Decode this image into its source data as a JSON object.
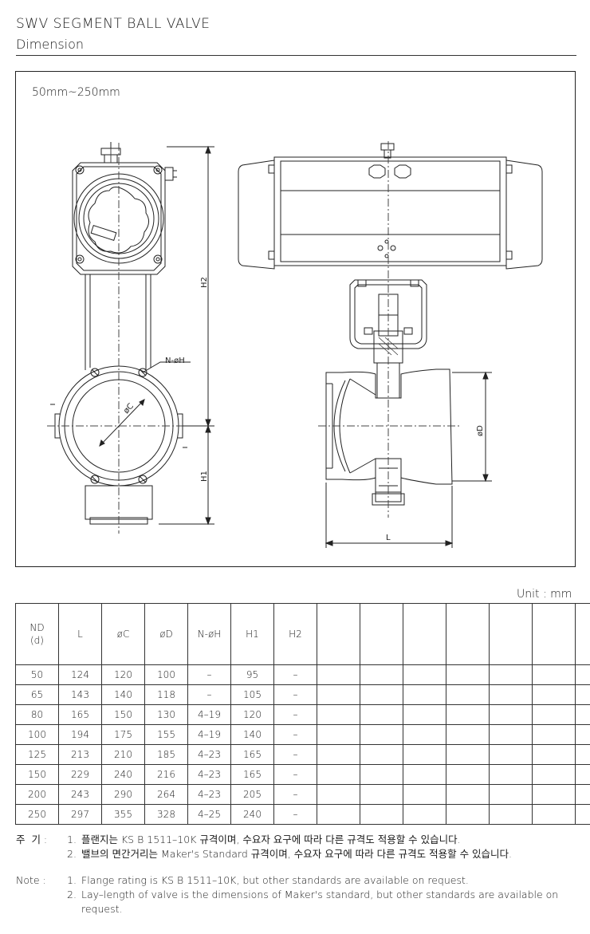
{
  "header": {
    "title": "SWV SEGMENT BALL VALVE",
    "subtitle": "Dimension"
  },
  "drawing": {
    "range_label": "50mm~250mm",
    "labels": {
      "h2": "H2",
      "h1": "H1",
      "nh": "N-øH",
      "c": "øC",
      "d": "øD",
      "l": "L"
    }
  },
  "table": {
    "unit": "Unit : mm",
    "headers": [
      "ND\n(d)",
      "L",
      "øC",
      "øD",
      "N-øH",
      "H1",
      "H2",
      "",
      "",
      "",
      "",
      "",
      "",
      ""
    ],
    "rows": [
      [
        "50",
        "124",
        "120",
        "100",
        "–",
        "95",
        "–"
      ],
      [
        "65",
        "143",
        "140",
        "118",
        "–",
        "105",
        "–"
      ],
      [
        "80",
        "165",
        "150",
        "130",
        "4–19",
        "120",
        "–"
      ],
      [
        "100",
        "194",
        "175",
        "155",
        "4–19",
        "140",
        "–"
      ],
      [
        "125",
        "213",
        "210",
        "185",
        "4–23",
        "165",
        "–"
      ],
      [
        "150",
        "229",
        "240",
        "216",
        "4–23",
        "165",
        "–"
      ],
      [
        "200",
        "243",
        "290",
        "264",
        "4–23",
        "205",
        "–"
      ],
      [
        "250",
        "297",
        "355",
        "328",
        "4–25",
        "240",
        "–"
      ]
    ]
  },
  "notes_ko": {
    "label": "주  기 :",
    "items": [
      {
        "num": "1.",
        "text": "플랜지는 KS B 1511–10K 규격이며, 수요자 요구에 따라  다른 규격도 적용할 수 있습니다."
      },
      {
        "num": "2.",
        "text": "밸브의 면간거리는 Maker's Standard 규격이며, 수요자 요구에 따라 다른 규격도 적용할 수 있습니다."
      }
    ]
  },
  "notes_en": {
    "label": "Note :",
    "items": [
      {
        "num": "1.",
        "text": "Flange rating is KS B 1511–10K, but other standards are available on request."
      },
      {
        "num": "2.",
        "text": "Lay–length of valve is the dimensions of Maker's standard, but other standards are available on request."
      }
    ]
  }
}
